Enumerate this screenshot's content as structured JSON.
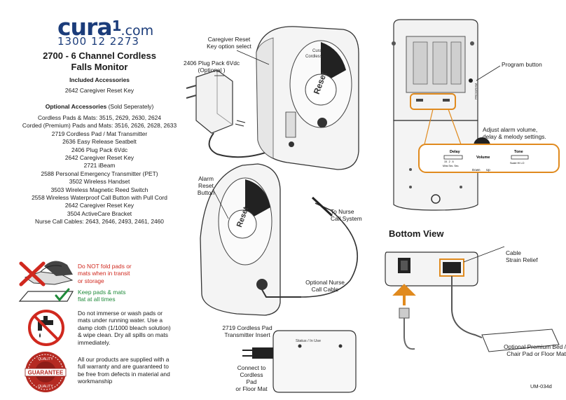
{
  "brand": {
    "name": "cura",
    "sup": "1",
    "domain": ".com",
    "phone": "1300 12 2273"
  },
  "title": {
    "line1": "2700 - 6 Channel Cordless",
    "line2": "Falls Monitor"
  },
  "included": {
    "heading": "Included Accessories",
    "items": [
      "2642 Caregiver Reset Key"
    ]
  },
  "optional": {
    "heading": "Optional Accessories",
    "heading_note": "(Sold Seperately)",
    "items": [
      "Cordless Pads & Mats: 3515, 2629, 2630, 2624",
      "Corded (Premium) Pads and Mats: 3516, 2626, 2628, 2633",
      "2719 Cordless Pad / Mat Transmitter",
      "2636 Easy Release Seatbelt",
      "2406 Plug Pack 6Vdc",
      "2642 Caregiver Reset Key",
      "2721 iBeam",
      "2588 Personal Emergency Transmitter (PET)",
      "3502 Wireless Handset",
      "3503 Wireless Magnetic Reed Switch",
      "2558 Wireless Waterproof Call Button with Pull Cord",
      "2642 Caregiver Reset Key",
      "3504 ActiveCare Bracket",
      "Nurse Call Cables: 2643, 2646, 2493, 2461, 2460"
    ]
  },
  "care": {
    "fold_line1": "Do NOT fold pads or",
    "fold_line2": "mats when in transit",
    "fold_line3": "or storage",
    "flat_line1": "Keep pads & mats",
    "flat_line2": "flat at all times",
    "water_lines": [
      "Do not immerse or wash pads or",
      "mats under running water. Use a",
      "damp cloth (1/1000 bleach solution)",
      "& wipe clean. Dry all spills on mats",
      "immediately."
    ],
    "warranty_lines": [
      "All our products are supplied with a",
      "full warranty and are guaranteed to",
      "be free from defects in material and",
      "workmanship"
    ],
    "seal_text": "GUARANTEE",
    "seal_arc_top": "QUALITY",
    "seal_arc_bottom": "QUALITY"
  },
  "labels": {
    "caregiver_reset_1": "Caregiver Reset",
    "caregiver_reset_2": "Key option select",
    "plug_pack_1": "2406 Plug Pack 6Vdc",
    "plug_pack_2": "(Optional )",
    "alarm_reset_1": "Alarm",
    "alarm_reset_2": "Reset",
    "alarm_reset_3": "Button",
    "to_nurse_1": "To Nurse",
    "to_nurse_2": "Call System",
    "opt_nurse_1": "Optional Nurse",
    "opt_nurse_2": "Call Cable",
    "transmitter_1": "2719 Cordless Pad",
    "transmitter_2": "Transmitter Insert",
    "connect_1": "Connect to",
    "connect_2": "Cordless Pad",
    "connect_3": "or Floor Mat",
    "status": "Status / In Use",
    "program_button": "Program button",
    "program_vertical": "PROGRAM",
    "adjust_1": "Adjust alarm volume,",
    "adjust_2": "delay & melody settings.",
    "delay": "Delay",
    "delay_vals": "15 . 2 . 6",
    "delay_units": "Mins Sec. Sec.",
    "volume": "Volume",
    "vol_down": "Down",
    "vol_up": "Up",
    "tone": "Tone",
    "tone_vals": "Scale  HI  LO",
    "bottom_view": "Bottom View",
    "cable_relief_1": "Cable",
    "cable_relief_2": "Strain Relief",
    "premium_1": "Optional Premium Bed /",
    "premium_2": "Chair Pad or Floor Mat",
    "device_brand": "Cura",
    "device_model": "Cordless",
    "device_reset": "Reset",
    "doc_code": "UM-034d"
  },
  "colors": {
    "brand_blue": "#1b3c7a",
    "callout_orange": "#e08a1e",
    "warning_red": "#d0281e",
    "ok_green": "#1f8a3a"
  }
}
